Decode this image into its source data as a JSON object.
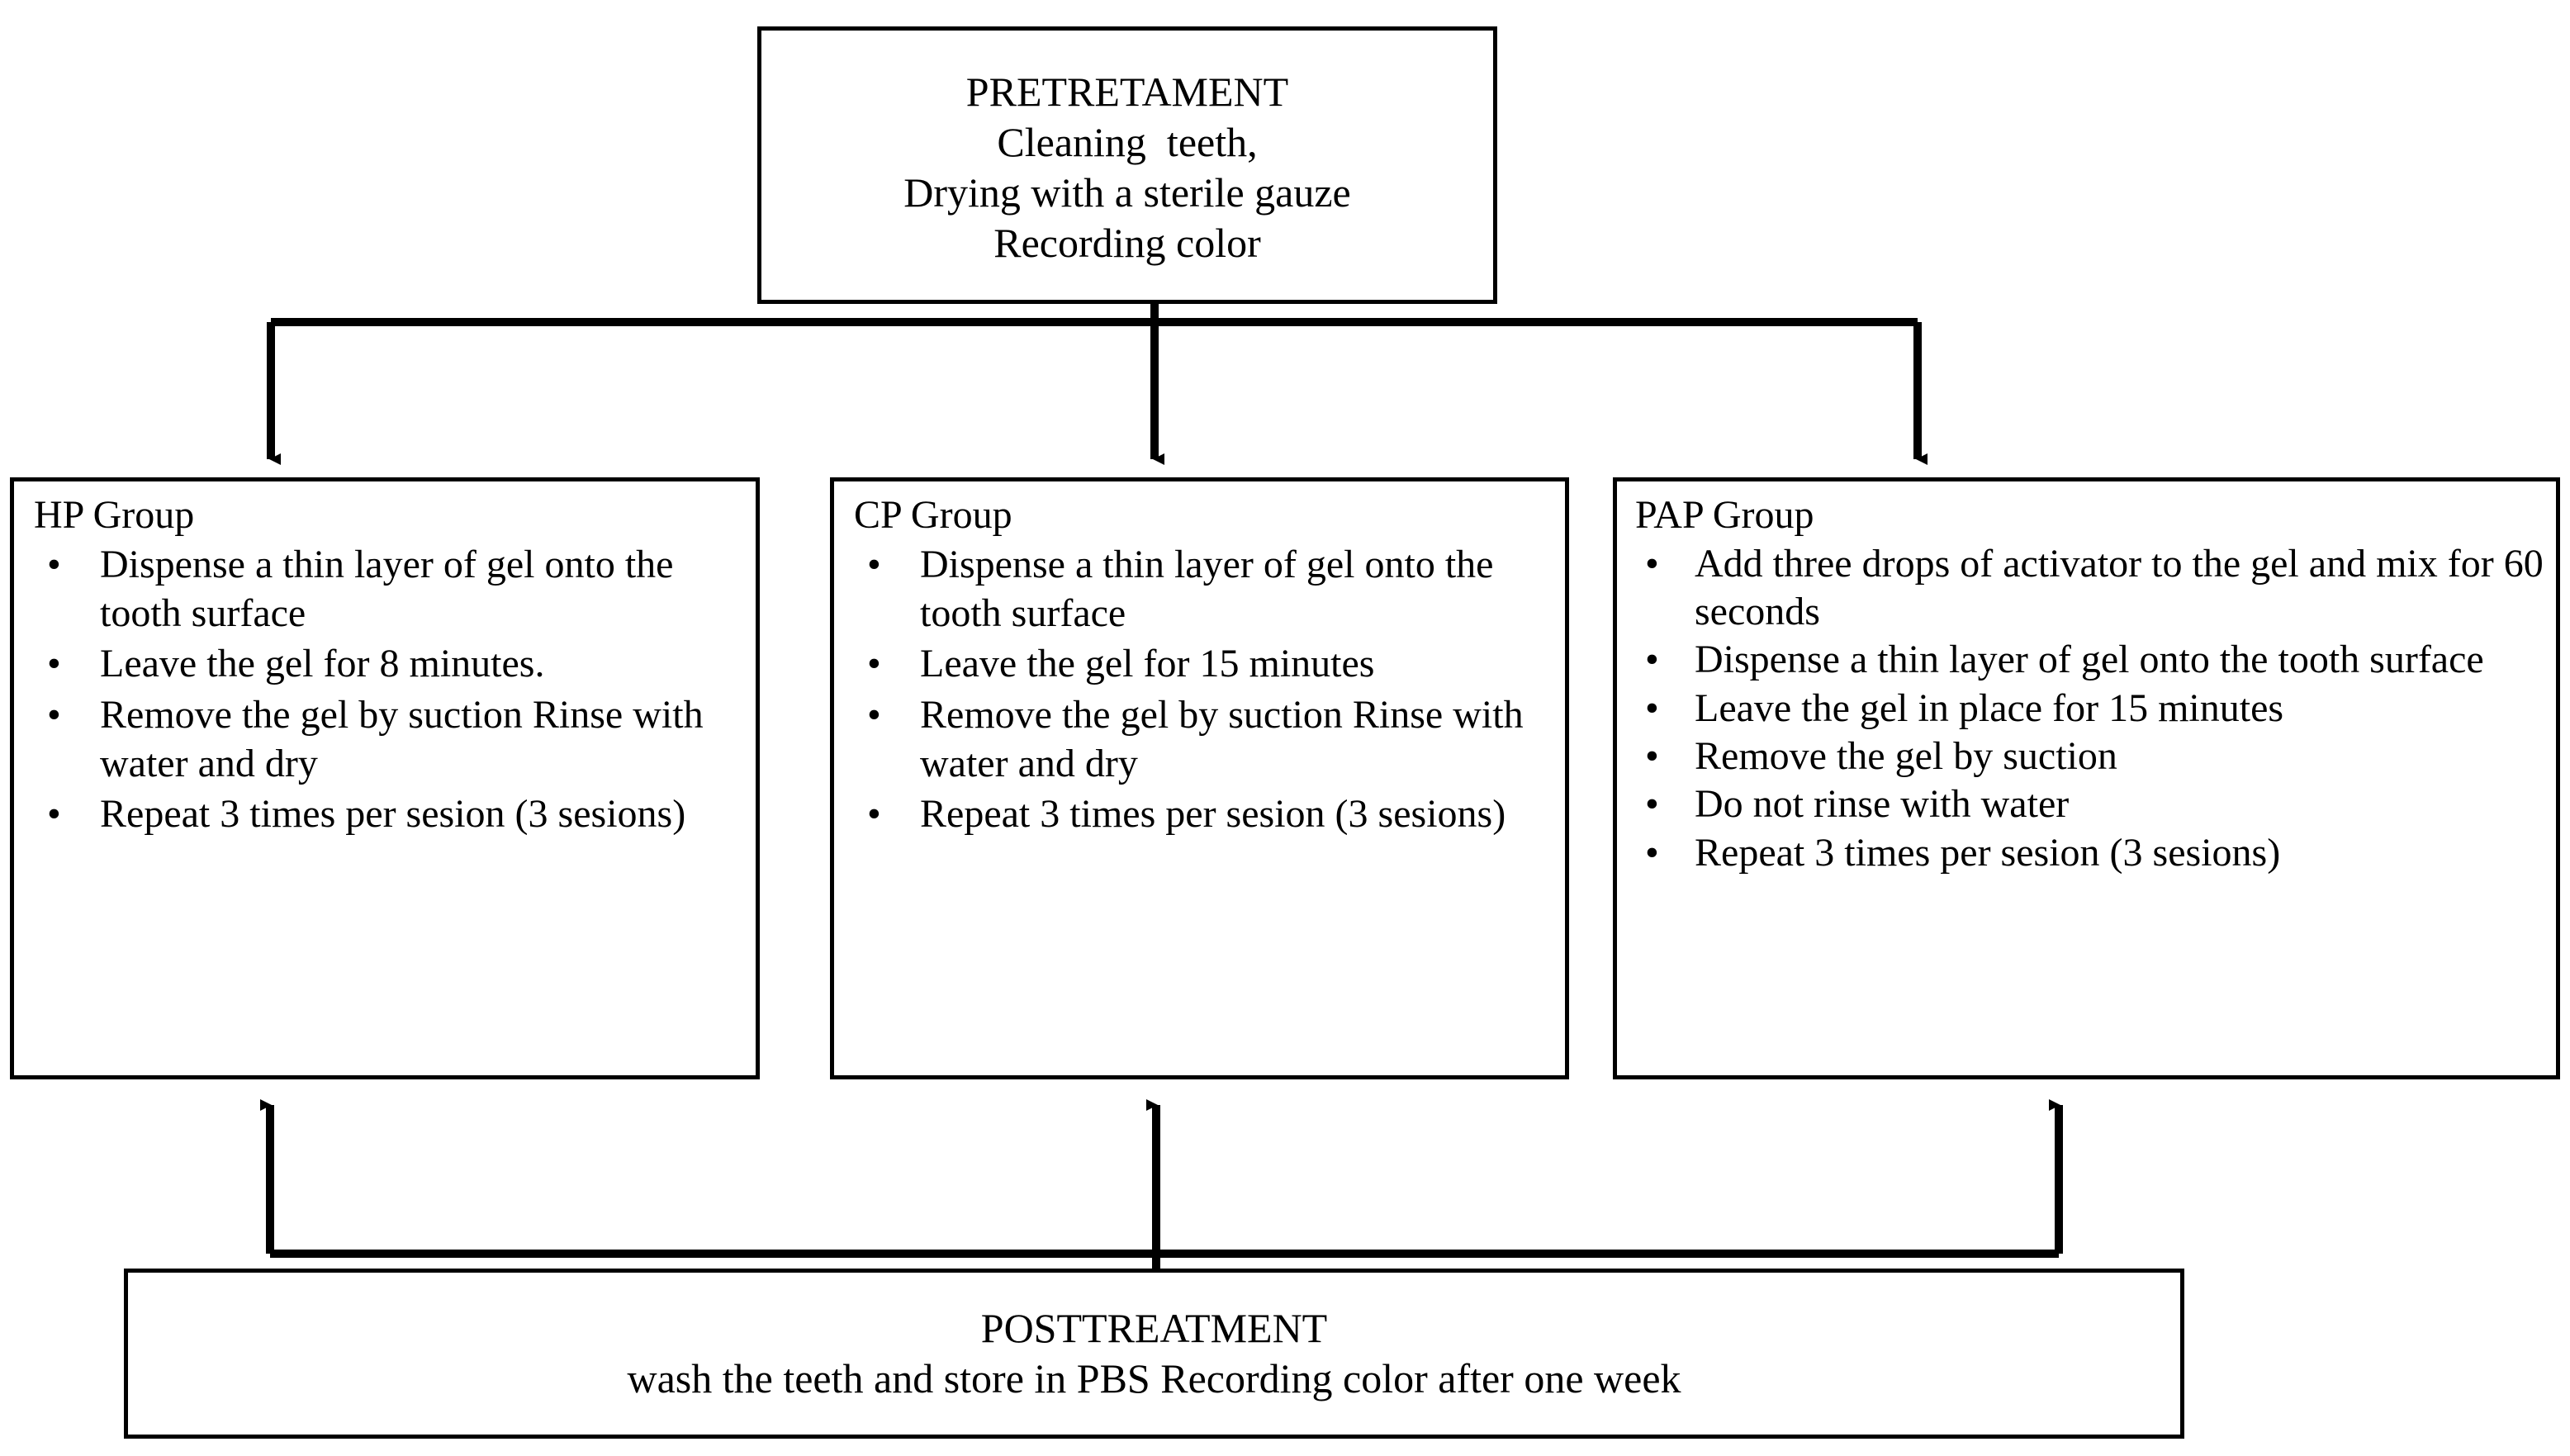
{
  "diagram": {
    "title": "Tooth whitening treatment protocol flowchart",
    "line_color": "#000000",
    "background_color": "#ffffff",
    "text_color": "#000000"
  },
  "pretreatment": {
    "heading": "PRETRETAMENT",
    "lines": [
      "Cleaning  teeth,",
      "Drying with a sterile gauze",
      "Recording color"
    ]
  },
  "groups": [
    {
      "title": "HP Group",
      "bullet": "•",
      "items": [
        "Dispense a thin layer of gel onto the tooth surface",
        "Leave the gel  for 8 minutes.",
        "Remove the gel by suction Rinse with water and dry",
        "Repeat 3 times per sesion (3 sesions)"
      ]
    },
    {
      "title": "CP Group",
      "bullet": "•",
      "items": [
        "Dispense a thin layer of gel onto the tooth surface",
        "Leave the gel  for 15 minutes",
        "Remove the gel by suction Rinse with water and dry",
        "Repeat 3 times per sesion (3 sesions)"
      ]
    },
    {
      "title": "PAP Group",
      "bullet": "•",
      "items": [
        "Add three drops of activator to the gel and mix for 60 seconds",
        "Dispense a thin layer of gel onto the tooth surface",
        "Leave the gel in place for 15 minutes",
        "Remove the gel by suction",
        "Do not rinse with water",
        "Repeat 3 times per sesion (3 sesions)"
      ]
    }
  ],
  "posttreatment": {
    "heading": "POSTTREATMENT",
    "subtext": "wash the teeth and store in PBS Recording color after one week"
  },
  "connectors": {
    "top_split_label": "pretreatment-to-groups",
    "bottom_merge_label": "groups-to-posttreatment",
    "arrow_count_down": 3,
    "arrow_count_up": 3
  }
}
